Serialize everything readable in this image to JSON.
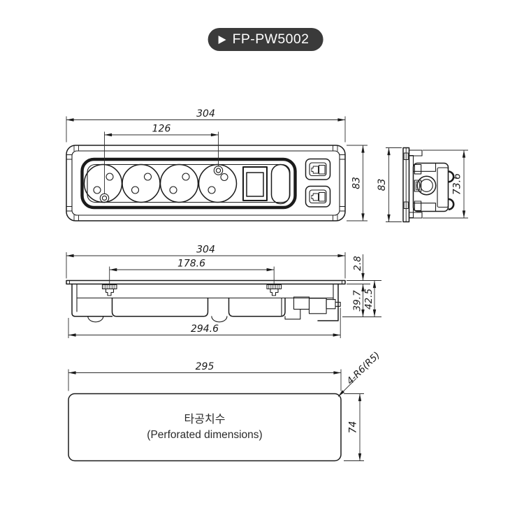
{
  "badge": {
    "label": "FP-PW5002",
    "icon": "play-triangle"
  },
  "colors": {
    "badge_bg": "#3a3a3a",
    "badge_text": "#ffffff",
    "line": "#1b1b1b",
    "background": "#ffffff"
  },
  "front_view": {
    "dim_total_width": "304",
    "dim_ground_pin_pitch": "126",
    "dim_height": "83"
  },
  "side_view": {
    "dim_height": "83",
    "dim_body_height": "73.6"
  },
  "profile_view": {
    "dim_total_width": "304",
    "dim_clip_pitch": "178.6",
    "dim_flange_thickness": "2.8",
    "dim_body_depth": "39.7",
    "dim_overall_depth": "42.5",
    "dim_body_width": "294.6"
  },
  "cutout_view": {
    "label_ko": "타공치수",
    "label_en": "(Perforated dimensions)",
    "dim_width": "295",
    "dim_height": "74",
    "dim_corner_radius": "4-R6(R5)"
  }
}
